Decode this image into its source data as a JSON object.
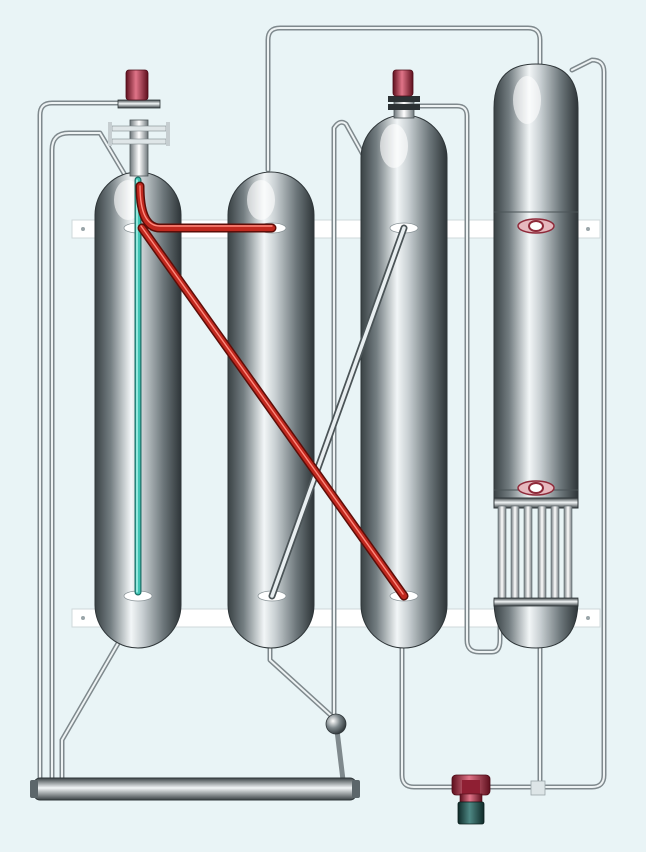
{
  "diagram": {
    "vessels": [
      {
        "id": "vessel-1",
        "kind": "column"
      },
      {
        "id": "vessel-2",
        "kind": "column"
      },
      {
        "id": "vessel-3",
        "kind": "column"
      },
      {
        "id": "vessel-4",
        "kind": "tube-bundle-column"
      }
    ],
    "pipes": [
      {
        "id": "hot-feed-pipe",
        "color": "#c0281e"
      },
      {
        "id": "hot-transfer-pipe",
        "color": "#c0281e"
      },
      {
        "id": "cold-dip-tube",
        "color": "#3fc4b4"
      },
      {
        "id": "crossover-pipe",
        "color": "#b8bec2"
      }
    ],
    "colors": {
      "background": "#e9f4f6",
      "steel": "#7d878b",
      "hot": "#c0281e",
      "cold": "#3fc4b4",
      "valve": "#b32a3e",
      "pump_motor": "#1e4d4a"
    }
  }
}
